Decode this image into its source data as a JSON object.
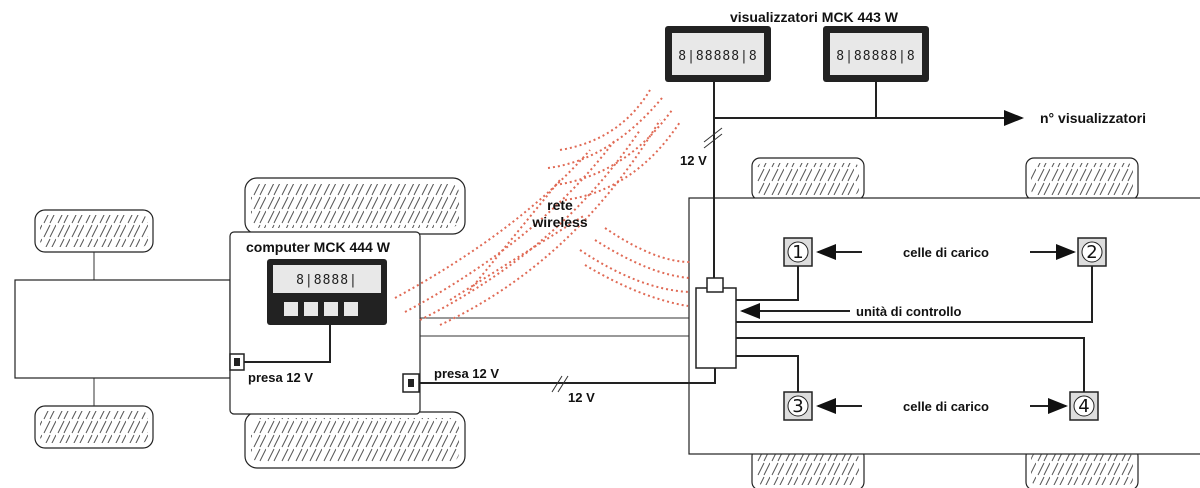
{
  "labels": {
    "displays": "visualizzatori MCK 443 W",
    "n_displays": "n° visualizzatori",
    "volt_top": "12 V",
    "wireless_1": "rete",
    "wireless_2": "wireless",
    "computer": "computer MCK 444 W",
    "socket_left": "presa 12 V",
    "socket_right": "presa 12 V",
    "volt_bottom": "12 V",
    "load_cells_top": "celle di carico",
    "load_cells_bottom": "celle di carico",
    "control_unit": "unità di controllo"
  },
  "cells": [
    "1",
    "2",
    "3",
    "4"
  ],
  "colors": {
    "wireless_waves": "#e06a55",
    "lines": "#222222"
  },
  "icons": [
    "display-unit-icon",
    "computer-icon",
    "socket-icon",
    "load-cell-icon",
    "tire-icon",
    "arrow-icon"
  ]
}
